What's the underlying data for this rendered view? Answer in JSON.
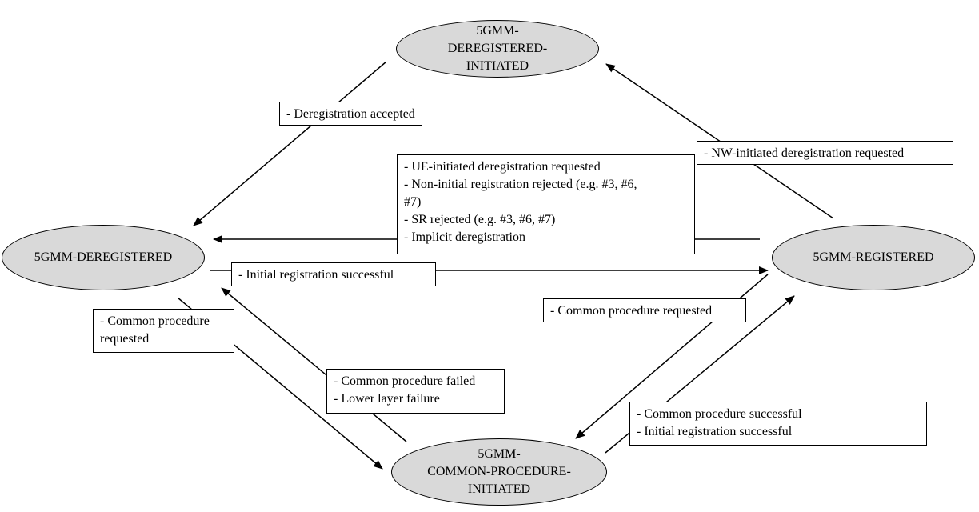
{
  "states": {
    "deregistered_initiated": "5GMM-\nDEREGISTERED-\nINITIATED",
    "deregistered": "5GMM-DEREGISTERED",
    "registered": "5GMM-REGISTERED",
    "common_procedure_initiated": "5GMM-\nCOMMON-PROCEDURE-\nINITIATED"
  },
  "labels": {
    "dereg_accepted": [
      "- Deregistration accepted"
    ],
    "nw_initiated": [
      "- NW-initiated deregistration requested"
    ],
    "to_deregistered": [
      "- UE-initiated deregistration requested",
      "- Non-initial registration rejected (e.g. #3, #6,",
      "#7)",
      "- SR rejected (e.g. #3, #6, #7)",
      "- Implicit deregistration"
    ],
    "initial_reg": [
      "- Initial registration successful"
    ],
    "common_req_left": [
      "- Common procedure",
      "requested"
    ],
    "common_failed": [
      "- Common procedure failed",
      "- Lower layer failure"
    ],
    "common_req_right": [
      "- Common procedure requested"
    ],
    "common_success": [
      "- Common procedure successful",
      "- Initial registration successful"
    ]
  }
}
